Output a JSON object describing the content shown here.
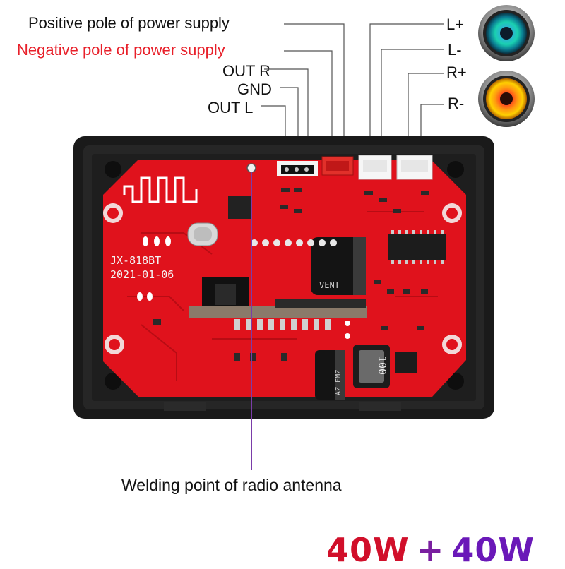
{
  "labels": {
    "positive_pole": "Positive pole of power supply",
    "negative_pole": "Negative pole of power supply",
    "out_r": "OUT R",
    "gnd": "GND",
    "out_l": "OUT L",
    "l_plus": "L+",
    "l_minus": "L-",
    "r_plus": "R+",
    "r_minus": "R-",
    "antenna": "Welding point of radio antenna"
  },
  "board": {
    "model": "JX-818BT",
    "date": "2021-01-06",
    "vent_text": "VENT",
    "inductor_text": "100",
    "cap_text": "AZ FMZ"
  },
  "power_rating": {
    "left": "40W",
    "plus": "+",
    "right": "40W"
  },
  "colors": {
    "pcb_red": "#e0121c",
    "case_black": "#1a1a1a",
    "label_red": "#e8202a",
    "antenna_line": "#7a3da8",
    "power_red": "#d10f2a",
    "power_purple": "#6a18b8"
  },
  "icons": [
    "speaker-left-icon",
    "speaker-right-icon",
    "bluetooth-antenna-icon"
  ]
}
